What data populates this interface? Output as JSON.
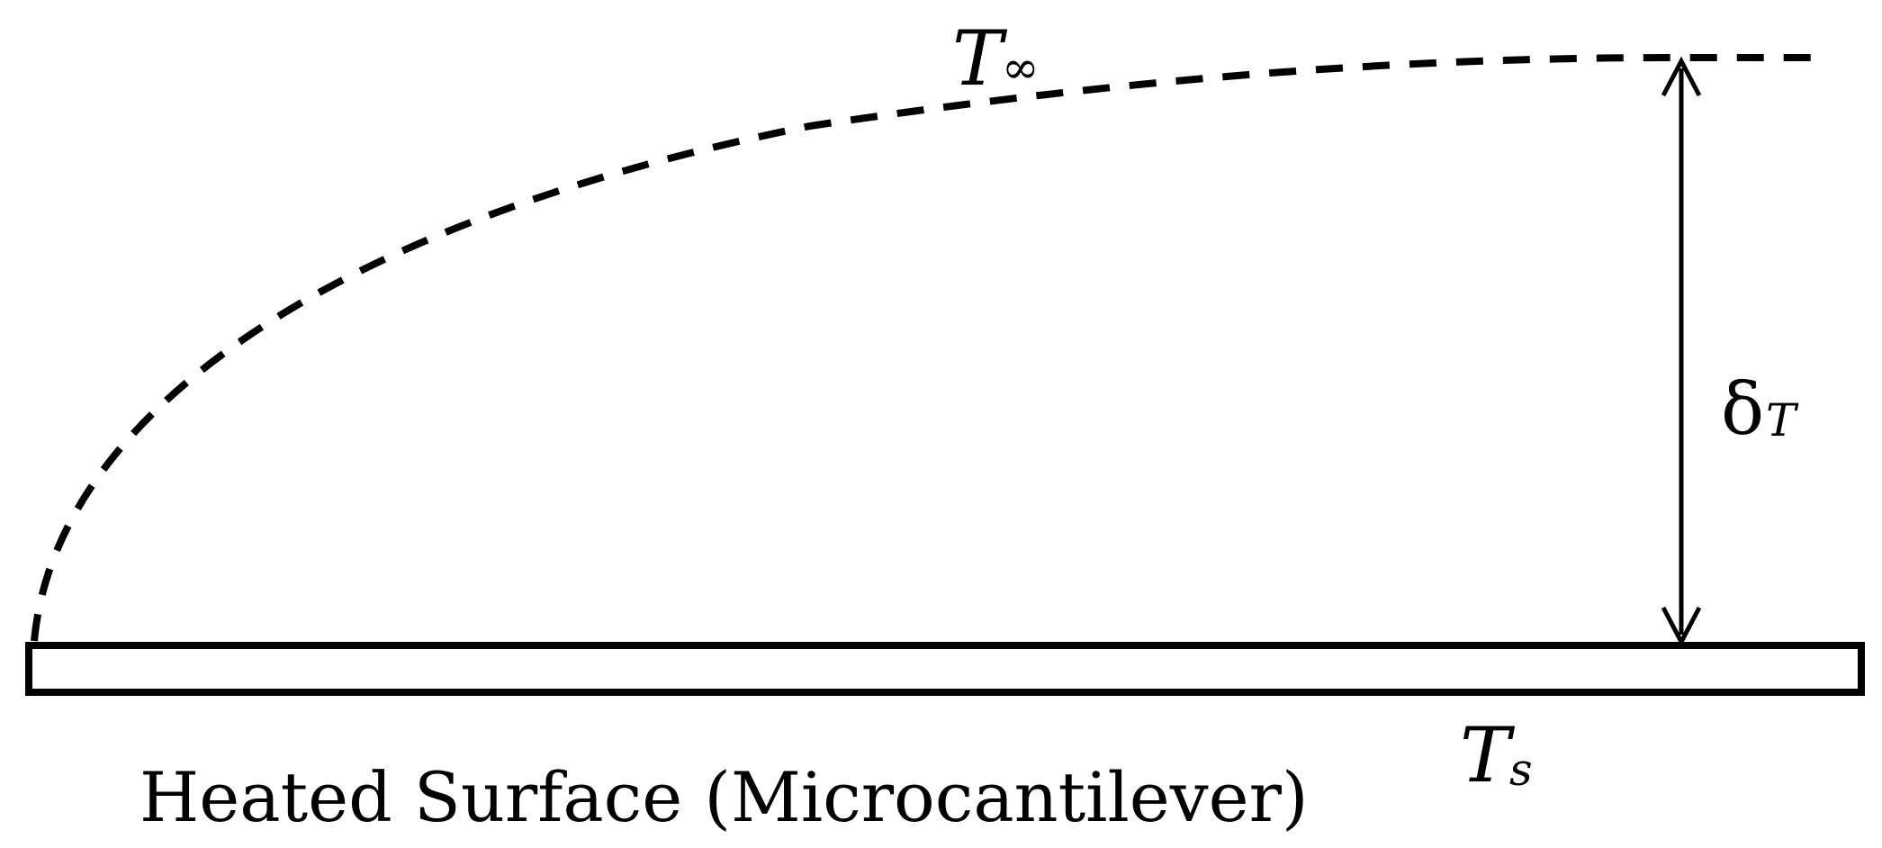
{
  "labels": {
    "t_inf_main": "T",
    "t_inf_sub": "∞",
    "delta_main": "δ",
    "delta_sub": "T",
    "ts_main": "T",
    "ts_sub": "s",
    "caption": "Heated Surface (Microcantilever)"
  },
  "colors": {
    "stroke": "#000000",
    "background": "#ffffff"
  }
}
